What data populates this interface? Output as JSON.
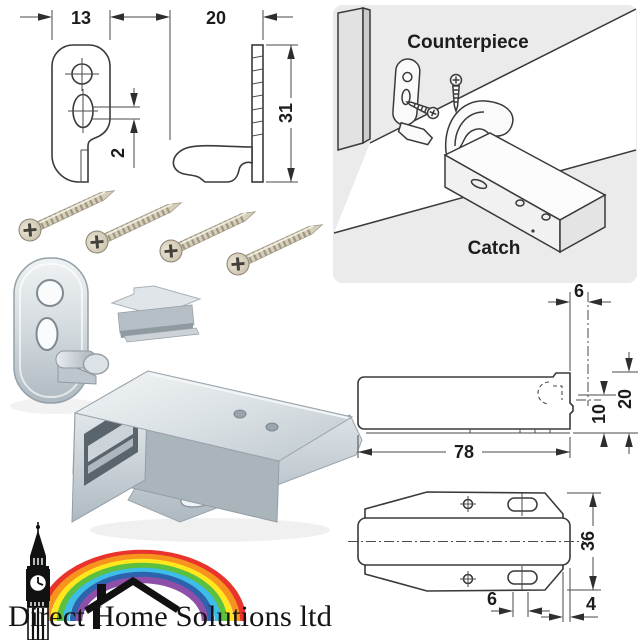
{
  "diagrams": {
    "counterpiece_front": {
      "width": "13",
      "slot_offset": "2"
    },
    "counterpiece_side": {
      "depth": "20",
      "height": "31"
    },
    "catch_side": {
      "pin_offset": "6",
      "height": "20",
      "pin_height": "10",
      "length": "78"
    },
    "catch_top": {
      "width": "36",
      "slot": "6",
      "edge": "4"
    }
  },
  "illustration": {
    "counterpiece_label": "Counterpiece",
    "catch_label": "Catch"
  },
  "logo": {
    "company": "Direct Home Solutions ltd"
  },
  "colors": {
    "panel_bg": "#ebebeb",
    "drawing_line": "#3a3a3a",
    "metal_light": "#eef1f3",
    "metal_mid": "#c7d0d6",
    "metal_dark": "#9aa4ab",
    "screw_body": "#d6cfbc",
    "screw_thread": "#9e967f",
    "rainbow": [
      "#e8342c",
      "#f7941e",
      "#ffe81e",
      "#5bbf3f",
      "#3dbde8",
      "#2d62ac",
      "#8e4fa8"
    ]
  }
}
